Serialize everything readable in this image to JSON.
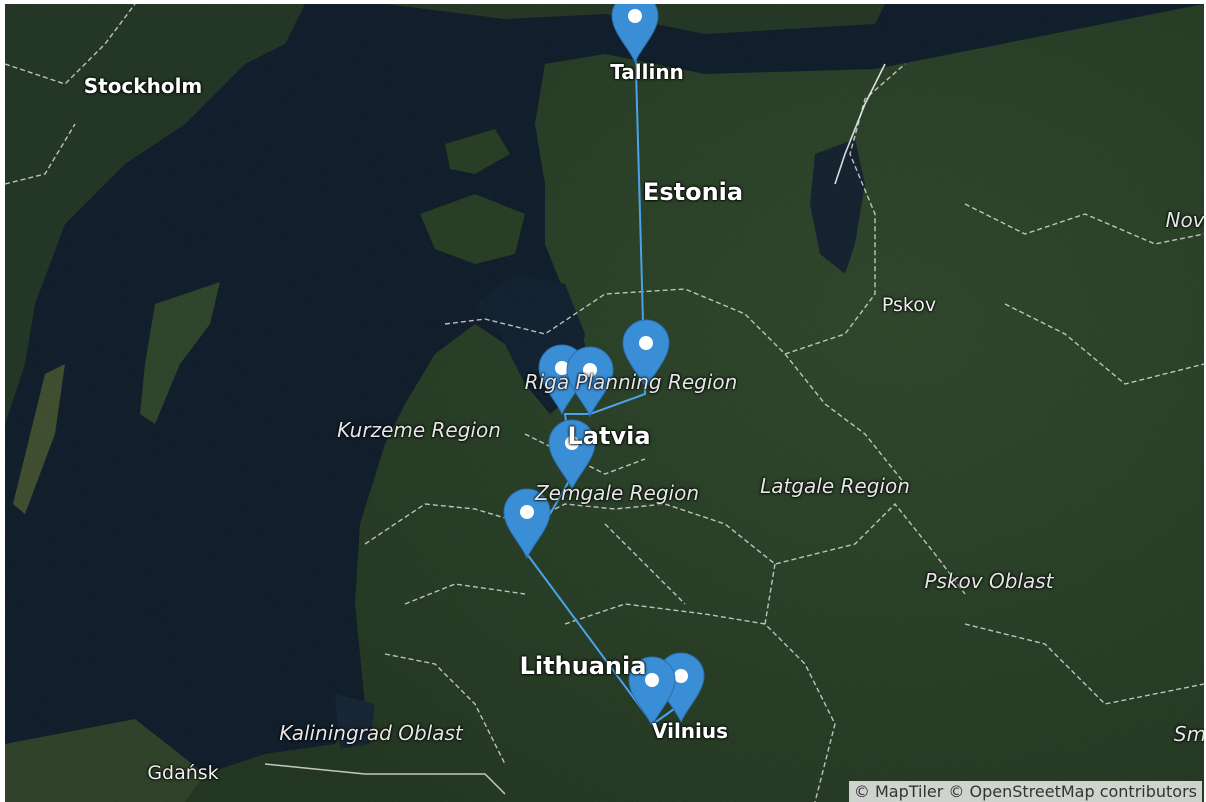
{
  "map": {
    "labels": {
      "stockholm": "Stockholm",
      "tallinn": "Tallinn",
      "estonia": "Estonia",
      "pskov": "Pskov",
      "nov": "Nov",
      "riga_planning_region": "Riga Planning Region",
      "kurzeme_region": "Kurzeme Region",
      "latvia": "Latvia",
      "zemgale_region": "Zemgale Region",
      "latgale_region": "Latgale Region",
      "pskov_oblast": "Pskov Oblast",
      "lithuania": "Lithuania",
      "vilnius": "Vilnius",
      "kaliningrad_oblast": "Kaliningrad Oblast",
      "gdansk": "Gdańsk",
      "sm": "Sm"
    },
    "attribution": "© MapTiler © OpenStreetMap contributors",
    "colors": {
      "marker": "#3a8ed6",
      "route": "#4aa3e8",
      "sea": "#0b1826",
      "land": "#1f3320",
      "border": "#d9d9d9"
    },
    "markers": [
      {
        "id": "tallinn-marker"
      },
      {
        "id": "east-of-riga-marker"
      },
      {
        "id": "riga-marker-1"
      },
      {
        "id": "riga-marker-2"
      },
      {
        "id": "jelgava-marker"
      },
      {
        "id": "siauliai-marker"
      },
      {
        "id": "vilnius-marker-1"
      },
      {
        "id": "vilnius-marker-2"
      }
    ]
  }
}
